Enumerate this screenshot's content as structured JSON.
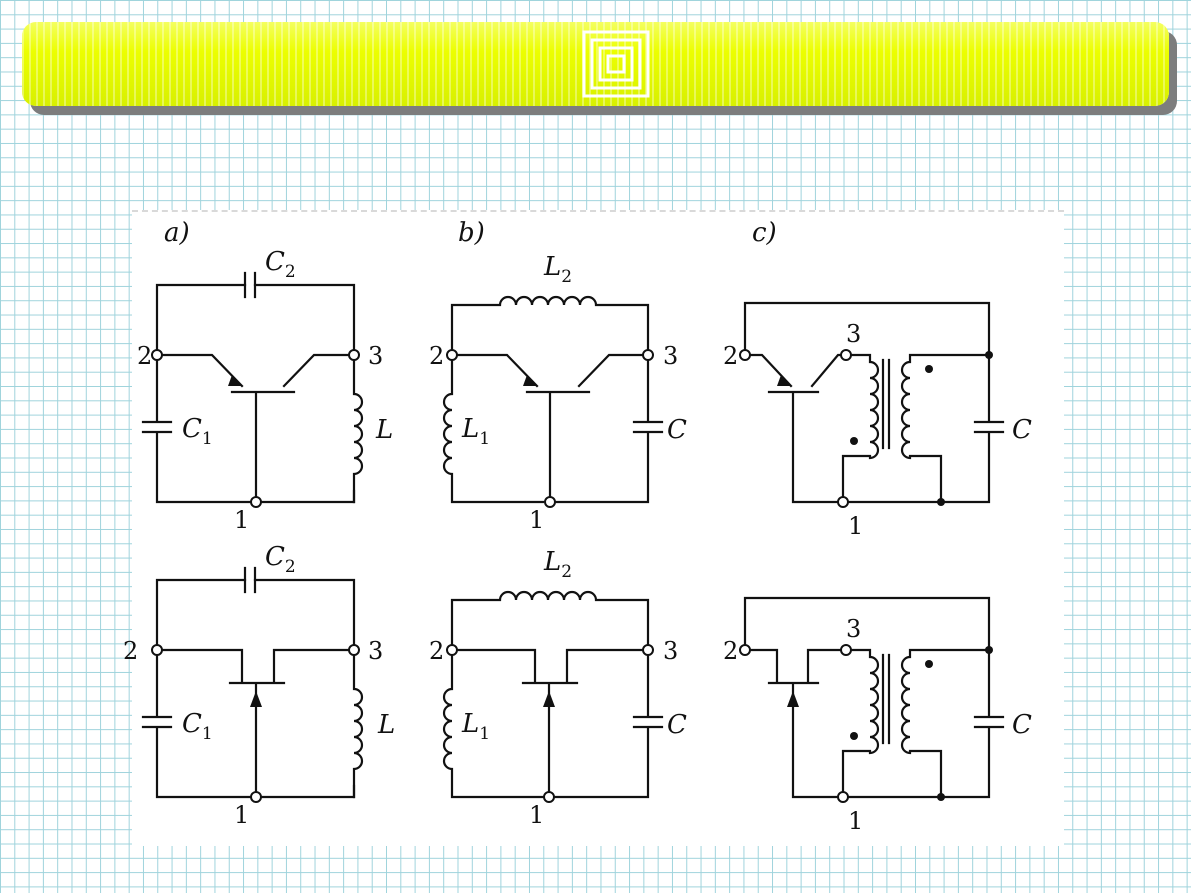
{
  "panels": [
    {
      "letter": "a)",
      "top": {
        "cap_top": "C",
        "cap_top_sub": "2",
        "left_label": "C",
        "left_sub": "1",
        "right_label": "L",
        "n1": "1",
        "n2": "2",
        "n3": "3"
      },
      "bottom": {
        "cap_top": "C",
        "cap_top_sub": "2",
        "left_label": "C",
        "left_sub": "1",
        "right_label": "L",
        "n1": "1",
        "n2": "2",
        "n3": "3"
      }
    },
    {
      "letter": "b)",
      "top": {
        "cap_top": "L",
        "cap_top_sub": "2",
        "left_label": "L",
        "left_sub": "1",
        "right_label": "C",
        "n1": "1",
        "n2": "2",
        "n3": "3"
      },
      "bottom": {
        "cap_top": "L",
        "cap_top_sub": "2",
        "left_label": "L",
        "left_sub": "1",
        "right_label": "C",
        "n1": "1",
        "n2": "2",
        "n3": "3"
      }
    },
    {
      "letter": "c)",
      "top": {
        "right_label": "C",
        "n1": "1",
        "n2": "2",
        "n3": "3"
      },
      "bottom": {
        "right_label": "C",
        "n1": "1",
        "n2": "2",
        "n3": "3"
      }
    }
  ]
}
